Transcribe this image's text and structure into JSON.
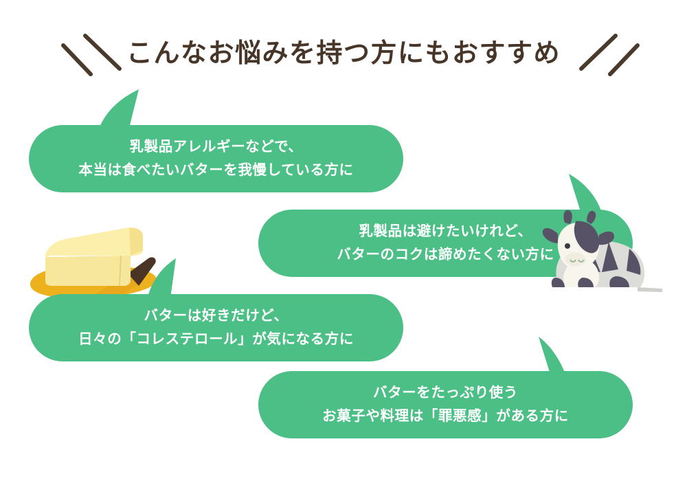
{
  "page": {
    "title": "こんなお悩みを持つ方にもおすすめ",
    "background_color": "#ffffff",
    "accent_color": "#4cbf86",
    "title_color": "#473628",
    "bubble_text_color": "#ffffff"
  },
  "decorations": {
    "left": "double-slash-left",
    "right": "double-slash-right",
    "stroke_color": "#4a3a2b"
  },
  "bubbles": [
    {
      "id": "bubble-1",
      "line1": "乳製品アレルギーなどで、",
      "line2": "本当は食べたいバターを我慢している方に",
      "tail": "up-right"
    },
    {
      "id": "bubble-2",
      "line1": "乳製品は避けたいけれど、",
      "line2": "バターのコクは諦めたくない方に",
      "tail": "up-left"
    },
    {
      "id": "bubble-3",
      "line1": "バターは好きだけど、",
      "line2": "日々の「コレステロール」が気になる方に",
      "tail": "up-right"
    },
    {
      "id": "bubble-4",
      "line1": "バターをたっぷり使う",
      "line2": "お菓子や料理は「罪悪感」がある方に",
      "tail": "up-left"
    }
  ],
  "illustrations": {
    "butter": {
      "name": "butter-block-on-plate-with-knife",
      "block_top_color": "#fbefab",
      "block_front_color": "#f7e79a",
      "plate_color": "#edb11e",
      "knife_blade_color": "#e9a81b",
      "knife_handle_color": "#4a3425"
    },
    "cow": {
      "name": "resting-cow",
      "body_color": "#dcdcd8",
      "patch_color": "#585266",
      "face_color": "#f7f5ec",
      "tail_color": "#cfd0cb"
    }
  }
}
